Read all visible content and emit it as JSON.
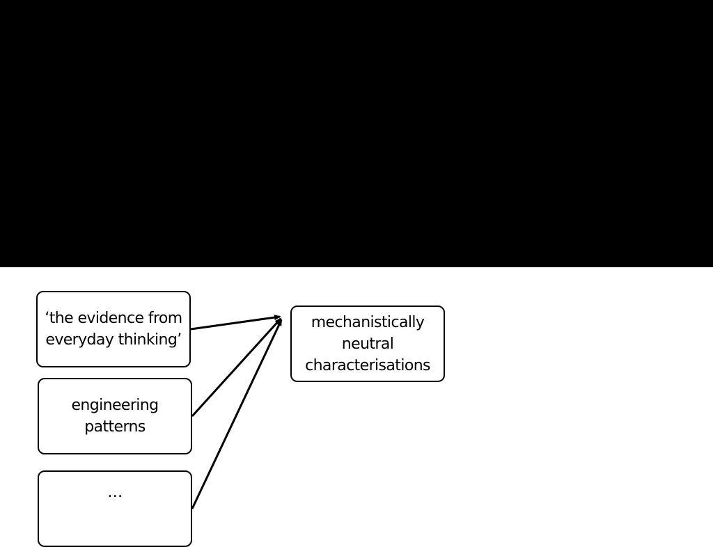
{
  "diagram": {
    "sources": [
      {
        "id": "evidence",
        "label": "‘the evidence from everyday thinking’"
      },
      {
        "id": "engineering",
        "label": "engineering patterns"
      },
      {
        "id": "ellipsis",
        "label": "…"
      }
    ],
    "target": {
      "id": "target",
      "label": "mechanistically neutral characterisations"
    },
    "edges": [
      {
        "from": "evidence",
        "to": "target"
      },
      {
        "from": "engineering",
        "to": "target"
      },
      {
        "from": "ellipsis",
        "to": "target"
      }
    ]
  }
}
